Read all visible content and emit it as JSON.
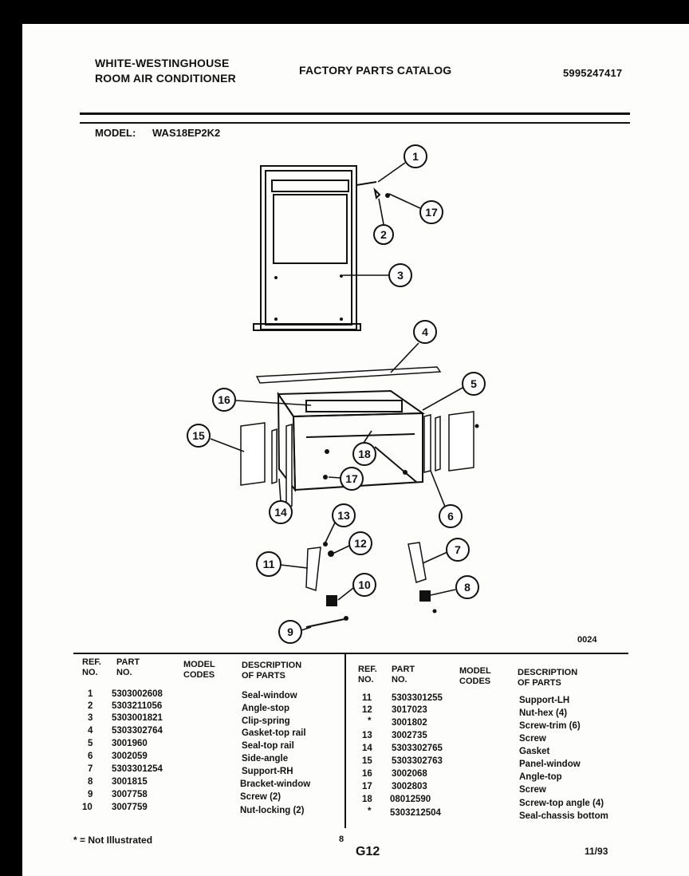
{
  "header": {
    "brand_line1": "WHITE-WESTINGHOUSE",
    "brand_line2": "ROOM AIR CONDITIONER",
    "catalog_title": "FACTORY PARTS CATALOG",
    "catalog_number": "5995247417"
  },
  "model": {
    "label": "MODEL:",
    "value": "WAS18EP2K2"
  },
  "diagram": {
    "code": "0024",
    "callouts": [
      "1",
      "17",
      "2",
      "3",
      "4",
      "5",
      "16",
      "15",
      "18",
      "17",
      "14",
      "6",
      "13",
      "12",
      "11",
      "7",
      "10",
      "8",
      "9"
    ]
  },
  "table": {
    "headers": {
      "ref": [
        "REF.",
        "NO."
      ],
      "part": [
        "PART",
        "NO."
      ],
      "model": [
        "MODEL",
        "CODES"
      ],
      "desc": [
        "DESCRIPTION",
        "OF PARTS"
      ]
    },
    "left_rows": [
      {
        "ref": "1",
        "part": "5303002608",
        "desc": "Seal-window"
      },
      {
        "ref": "2",
        "part": "5303211056",
        "desc": "Angle-stop"
      },
      {
        "ref": "3",
        "part": "5303001821",
        "desc": "Clip-spring"
      },
      {
        "ref": "4",
        "part": "5303302764",
        "desc": "Gasket-top rail"
      },
      {
        "ref": "5",
        "part": "3001960",
        "desc": "Seal-top rail"
      },
      {
        "ref": "6",
        "part": "3002059",
        "desc": "Side-angle"
      },
      {
        "ref": "7",
        "part": "5303301254",
        "desc": "Support-RH"
      },
      {
        "ref": "8",
        "part": "3001815",
        "desc": "Bracket-window"
      },
      {
        "ref": "9",
        "part": "3007758",
        "desc": "Screw (2)"
      },
      {
        "ref": "10",
        "part": "3007759",
        "desc": "Nut-locking (2)"
      }
    ],
    "right_rows": [
      {
        "ref": "11",
        "part": "5303301255",
        "desc": "Support-LH"
      },
      {
        "ref": "12",
        "part": "3017023",
        "desc": "Nut-hex (4)"
      },
      {
        "ref": "*",
        "part": "3001802",
        "desc": "Screw-trim (6)"
      },
      {
        "ref": "13",
        "part": "3002735",
        "desc": "Screw"
      },
      {
        "ref": "14",
        "part": "5303302765",
        "desc": "Gasket"
      },
      {
        "ref": "15",
        "part": "5303302763",
        "desc": "Panel-window"
      },
      {
        "ref": "16",
        "part": "3002068",
        "desc": "Angle-top"
      },
      {
        "ref": "17",
        "part": "3002803",
        "desc": "Screw"
      },
      {
        "ref": "18",
        "part": "08012590",
        "desc": "Screw-top angle (4)"
      },
      {
        "ref": "*",
        "part": "5303212504",
        "desc": "Seal-chassis bottom"
      }
    ]
  },
  "footer": {
    "note": "* = Not Illustrated",
    "page_small": "8",
    "page_code": "G12",
    "date": "11/93"
  }
}
